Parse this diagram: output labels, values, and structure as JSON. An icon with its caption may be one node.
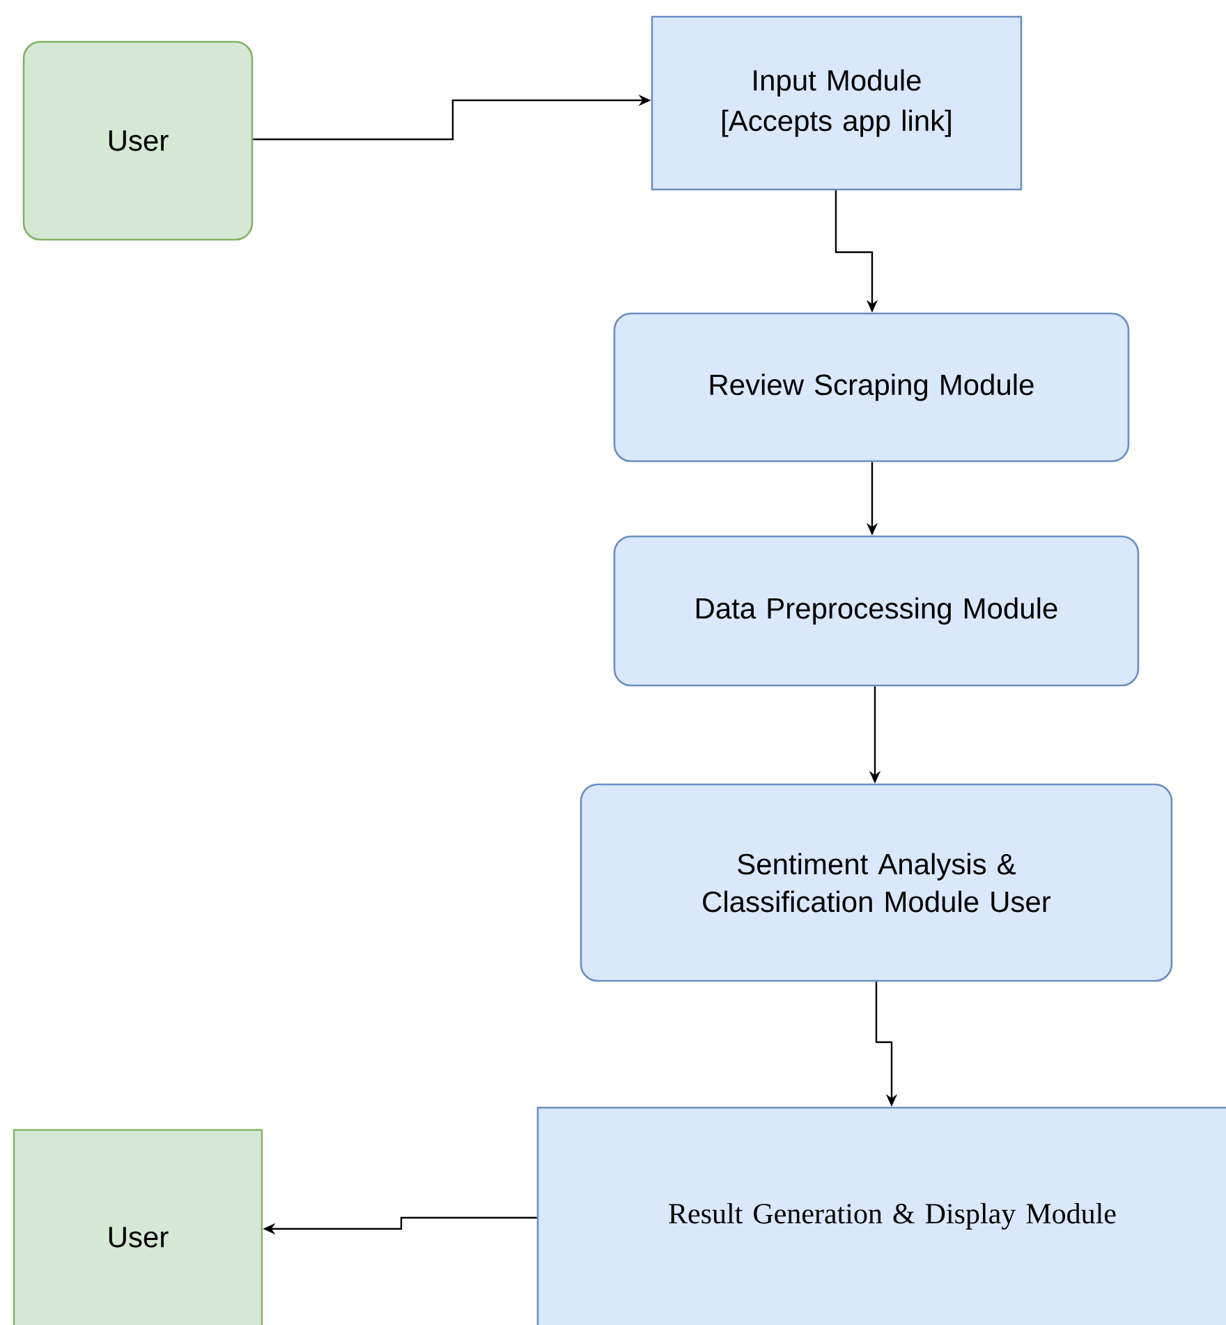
{
  "diagram": {
    "nodes": [
      {
        "text": [
          "User"
        ]
      },
      {
        "text": [
          "Input Module",
          "[Accepts app link]"
        ]
      },
      {
        "text": [
          "Review Scraping Module"
        ]
      },
      {
        "text": [
          "Data Preprocessing Module"
        ]
      },
      {
        "text": [
          "Sentiment Analysis & Classification Module User"
        ]
      },
      {
        "text": [
          "Result Generation & Display Module"
        ]
      },
      {
        "text": [
          "User"
        ]
      }
    ],
    "edges": [
      {
        "from": 0,
        "to": 1,
        "arrow": "to"
      },
      {
        "from": 1,
        "to": 2,
        "arrow": "to"
      },
      {
        "from": 2,
        "to": 3,
        "arrow": "to"
      },
      {
        "from": 3,
        "to": 4,
        "arrow": "to"
      },
      {
        "from": 4,
        "to": 5,
        "arrow": "to"
      },
      {
        "from": 5,
        "to": 6,
        "arrow": "to"
      }
    ]
  }
}
